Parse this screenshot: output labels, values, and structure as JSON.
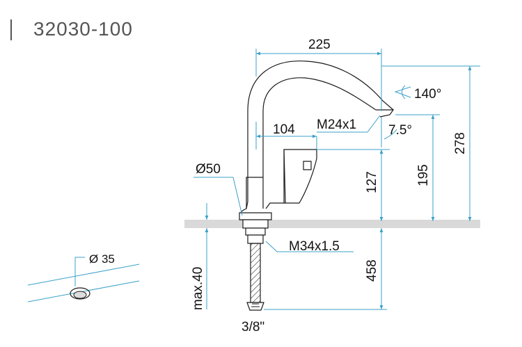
{
  "header": {
    "model": "32030-100"
  },
  "dimensions": {
    "spout_reach": "225",
    "swivel_angle": "140°",
    "outlet_thread": "M24x1",
    "outlet_angle": "7.5°",
    "handle_reach": "104",
    "total_height": "278",
    "outlet_height": "195",
    "body_height": "127",
    "base_diameter": "Ø50",
    "shank_thread": "M34x1.5",
    "hose_length": "458",
    "max_deck_thickness": "max.40",
    "hose_connection": "3/8\"",
    "hole_diameter": "Ø 35"
  },
  "colors": {
    "line": "#1a1a1a",
    "dimension": "#3aa0c9",
    "deck": "#d9d9d9",
    "title": "#555555"
  }
}
